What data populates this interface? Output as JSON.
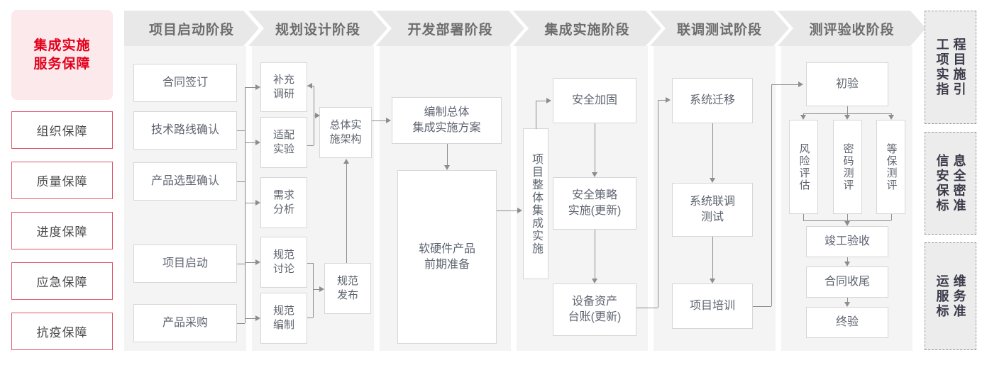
{
  "lead": {
    "line1": "集成实施",
    "line2": "服务保障"
  },
  "guarantees": [
    {
      "label": "组织保障"
    },
    {
      "label": "质量保障"
    },
    {
      "label": "进度保障"
    },
    {
      "label": "应急保障"
    },
    {
      "label": "抗疫保障"
    }
  ],
  "phases": [
    {
      "title": "项目启动阶段",
      "nodes": [
        {
          "label": "合同签订"
        },
        {
          "label": "技术路线确认"
        },
        {
          "label": "产品选型确认"
        },
        {
          "label": "项目启动"
        },
        {
          "label": "产品采购"
        }
      ]
    },
    {
      "title": "规划设计阶段",
      "nodes": [
        {
          "label": "补充\n调研"
        },
        {
          "label": "适配\n实验"
        },
        {
          "label": "需求\n分析"
        },
        {
          "label": "规范\n讨论"
        },
        {
          "label": "规范\n编制"
        },
        {
          "label": "总体实\n施架构"
        },
        {
          "label": "规范\n发布"
        }
      ]
    },
    {
      "title": "开发部署阶段",
      "nodes": [
        {
          "label": "编制总体\n集成实施方案"
        },
        {
          "label": "软硬件产品\n前期准备"
        }
      ]
    },
    {
      "title": "集成实施阶段",
      "nodes": [
        {
          "label": "项目整体集成实施"
        },
        {
          "label": "安全加固"
        },
        {
          "label": "安全策略\n实施(更新)"
        },
        {
          "label": "设备资产\n台账(更新)"
        }
      ]
    },
    {
      "title": "联调测试阶段",
      "nodes": [
        {
          "label": "系统迁移"
        },
        {
          "label": "系统联调\n测试"
        },
        {
          "label": "项目培训"
        }
      ]
    },
    {
      "title": "测评验收阶段",
      "nodes": [
        {
          "label": "初验"
        },
        {
          "label": "风险评估"
        },
        {
          "label": "密码测评"
        },
        {
          "label": "等保测评"
        },
        {
          "label": "竣工验收"
        },
        {
          "label": "合同收尾"
        },
        {
          "label": "终验"
        }
      ]
    }
  ],
  "standards": [
    {
      "right": "程目施引",
      "left": "工项实指"
    },
    {
      "right": "息全密准",
      "left": "信安保标"
    },
    {
      "right": "维务准",
      "left": "运服标"
    }
  ],
  "colors": {
    "accent_red": "#e3001b",
    "accent_red_soft": "#e2566e",
    "lead_bg": "#fce9ec",
    "panel_bg": "#f4f4f4",
    "header_bg": "#e8e8e8",
    "header_text": "#6d6d6d",
    "node_text": "#5e6470",
    "line": "#8d8d8d"
  }
}
